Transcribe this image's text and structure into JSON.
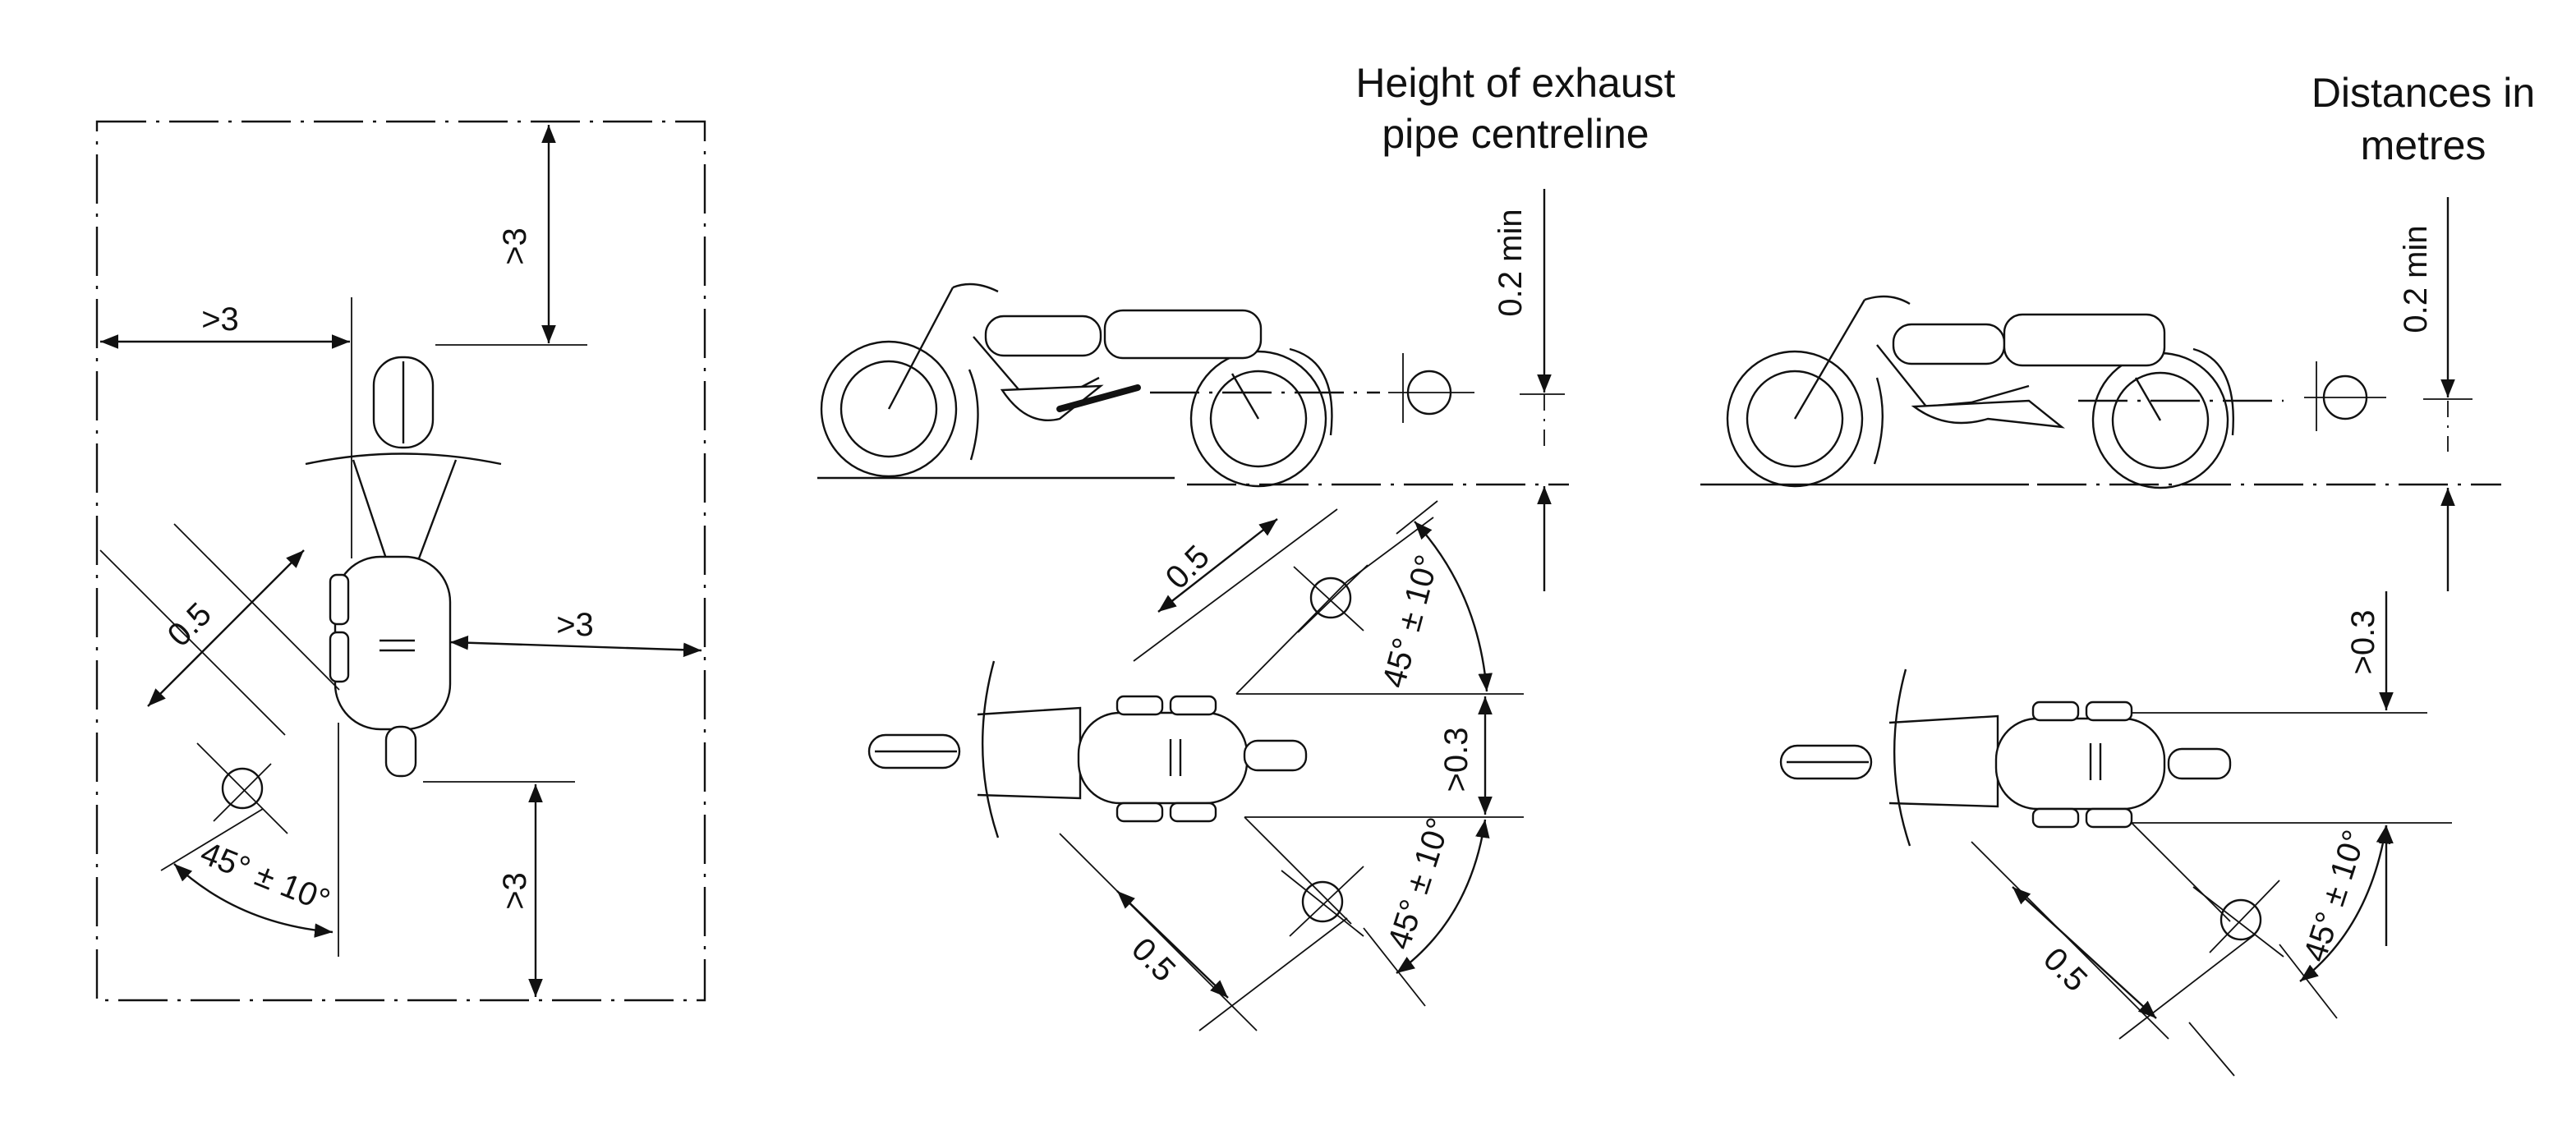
{
  "captions": {
    "exhaust_height_line1": "Height of exhaust",
    "exhaust_height_line2": "pipe centreline",
    "units_line1": "Distances in",
    "units_line2": "metres"
  },
  "labels": {
    "gt3": ">3",
    "d05": "0.5",
    "gt03": ">0.3",
    "min02": "0.2 min",
    "angle": "45° ± 10°"
  }
}
